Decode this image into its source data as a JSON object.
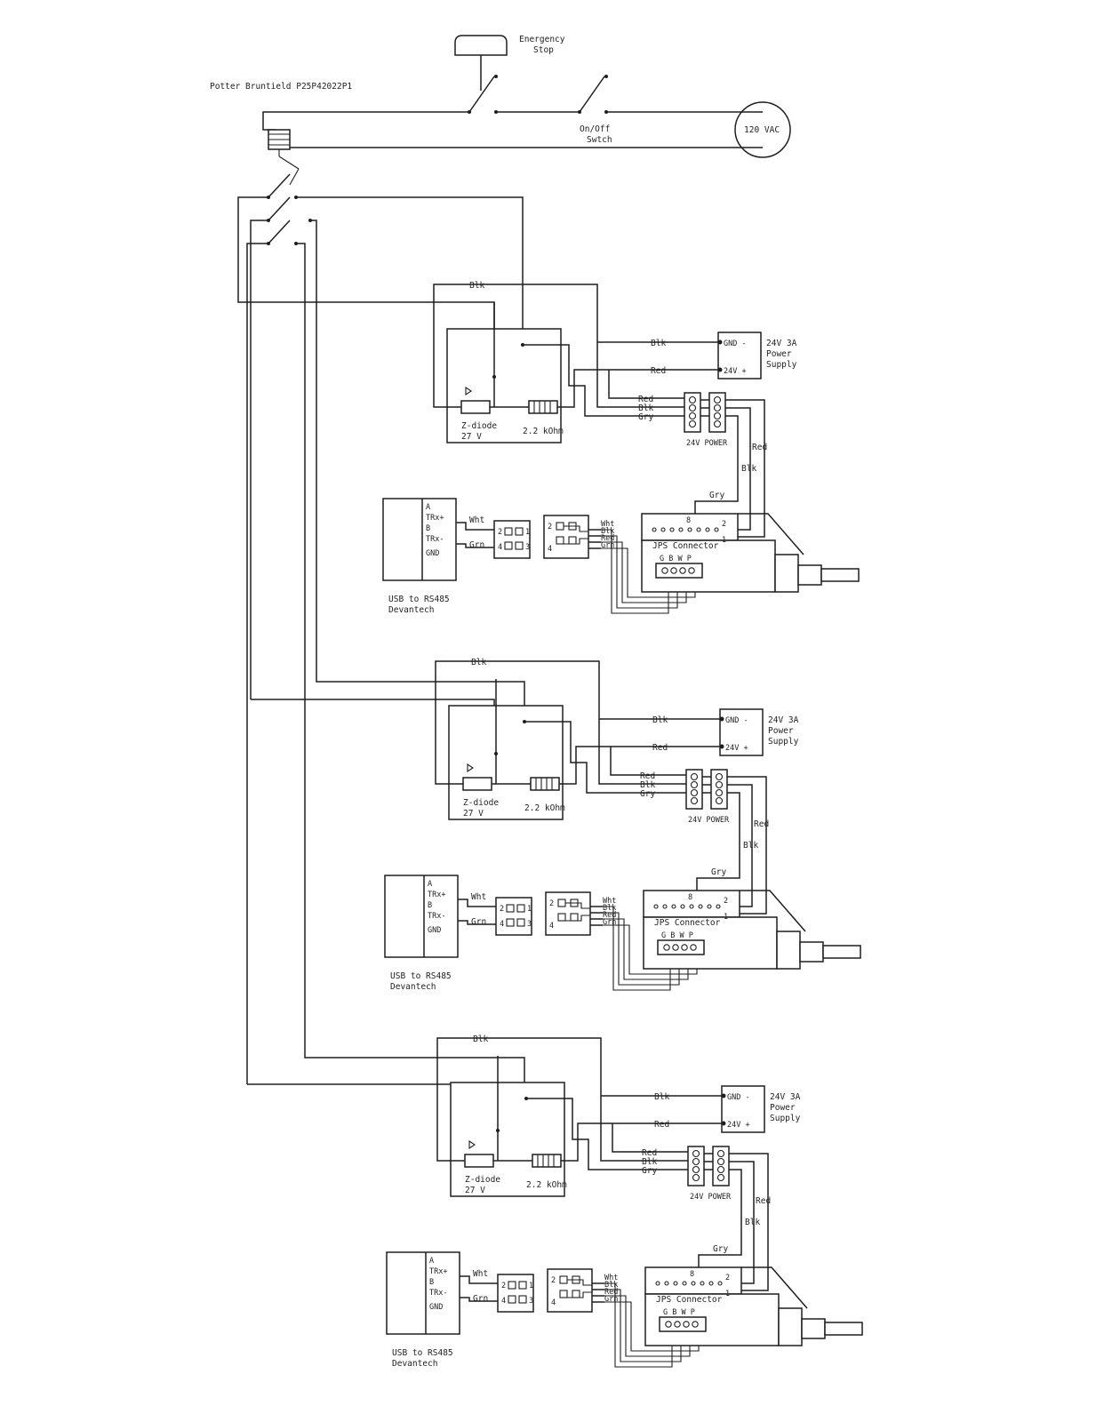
{
  "title_relay": "Potter Bruntield P25P42022P1",
  "emergency_stop": [
    "Energency",
    "Stop"
  ],
  "on_off_switch": [
    "On/Off",
    "Swtch"
  ],
  "mains": "120 VAC",
  "wire_labels": {
    "blk": "Blk",
    "red": "Red",
    "gry": "Gry",
    "wht": "Wht",
    "grn": "Grn"
  },
  "power_supply": {
    "gnd": "GND -",
    "plus": "24V +",
    "name": [
      "24V 3A",
      "Power",
      "Supply"
    ]
  },
  "zener": [
    "Z-diode",
    "27 V"
  ],
  "resistor": "2.2 kOhm",
  "power_connector": "24V POWER",
  "rs485": {
    "pins": [
      "A",
      "TRx+",
      "B",
      "TRx-",
      "GND"
    ],
    "name": [
      "USB to RS485",
      "Devantech"
    ]
  },
  "plug_pins": [
    "2",
    "1",
    "4",
    "3"
  ],
  "jps": {
    "name": "JPS Connector",
    "pin8": "8",
    "pin2": "2",
    "pin1": "1",
    "gbwp": "G B W P"
  },
  "stages": [
    {
      "id": "stage-1"
    },
    {
      "id": "stage-2"
    },
    {
      "id": "stage-3"
    }
  ]
}
